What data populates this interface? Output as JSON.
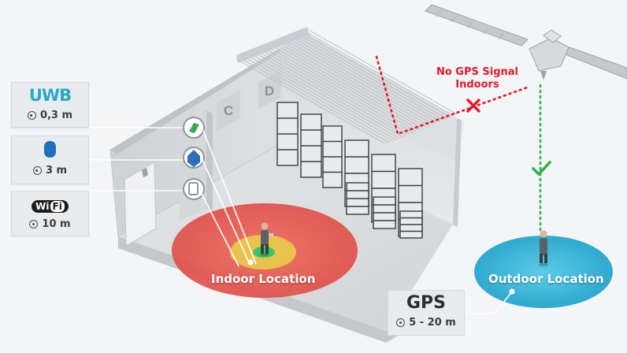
{
  "tech_panels": [
    {
      "name": "UWB",
      "accuracy": "0,3 m"
    },
    {
      "name": "Bluetooth",
      "accuracy": "3 m"
    },
    {
      "name": "WiFi",
      "accuracy": "10 m"
    }
  ],
  "wifi_logo": {
    "left": "Wi",
    "right": "Fi"
  },
  "uwb_logo_text": "UWB",
  "indoor_label": "Indoor Location",
  "outdoor_label": "Outdoor Location",
  "gps_box": {
    "title": "GPS",
    "accuracy": "5 - 20 m"
  },
  "no_gps_text": {
    "line1": "No GPS Signal",
    "line2": "Indoors"
  },
  "aisle_letters": [
    "C",
    "D"
  ],
  "colors": {
    "outer_zone": "#e4574f",
    "mid_zone": "#e6c54a",
    "inner_zone": "#3cc46a",
    "outdoor_zone": "#3fb8d8",
    "no_signal": "#e21b2a",
    "signal_ok": "#2fb34a",
    "uwb_brand": "#2aa6c9",
    "bluetooth_brand": "#1f6fc1"
  },
  "icons": [
    "crosshair-target-icon",
    "bluetooth-icon",
    "wifi-icon",
    "satellite-icon",
    "x-mark-icon",
    "check-mark-icon",
    "person-icon",
    "uwb-anchor-icon",
    "bluetooth-beacon-icon",
    "wifi-router-icon"
  ]
}
